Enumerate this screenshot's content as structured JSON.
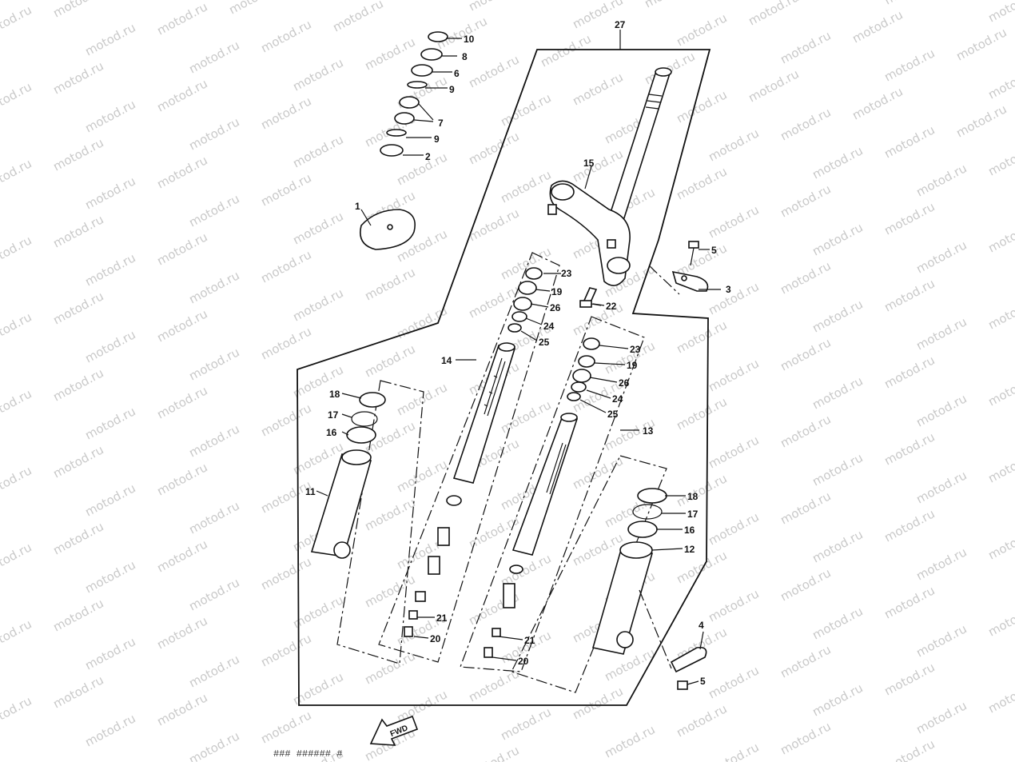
{
  "watermark": {
    "text": "motod.ru"
  },
  "fwd_label": "FWD",
  "footer_text": "###  ######  #",
  "callouts": {
    "c10": "10",
    "c8": "8",
    "c6": "6",
    "c9a": "9",
    "c7": "7",
    "c9b": "9",
    "c2": "2",
    "c1": "1",
    "c27": "27",
    "c15": "15",
    "c5a": "5",
    "c3": "3",
    "c22": "22",
    "c23a": "23",
    "c19a": "19",
    "c26a": "26",
    "c24a": "24",
    "c25a": "25",
    "c14": "14",
    "c23b": "23",
    "c19b": "19",
    "c26b": "26",
    "c24b": "24",
    "c25b": "25",
    "c13": "13",
    "c18a": "18",
    "c17a": "17",
    "c16a": "16",
    "c11": "11",
    "c18b": "18",
    "c17b": "17",
    "c16b": "16",
    "c12": "12",
    "c21a": "21",
    "c20a": "20",
    "c21b": "21",
    "c20b": "20",
    "c4": "4",
    "c5b": "5"
  }
}
